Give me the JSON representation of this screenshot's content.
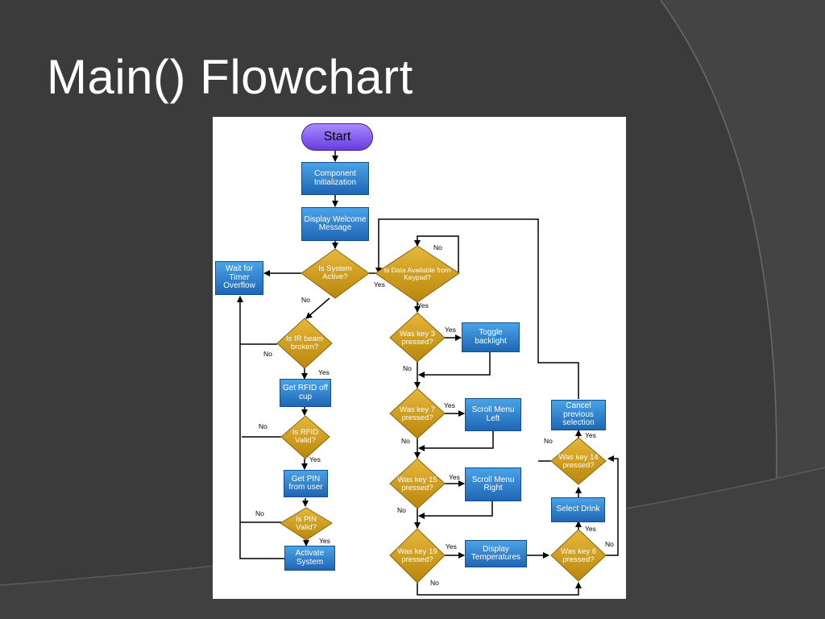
{
  "slide": {
    "title": "Main() Flowchart"
  },
  "colors": {
    "background": "#3b3b3b",
    "accent_arc": "#4a4a4a",
    "process_box": "#2b7fd1",
    "decision": "#d4a020",
    "start": "#8a63f0"
  },
  "flowchart": {
    "start": "Start",
    "component_init": "Component Initialization",
    "display_welcome": "Display Welcome Message",
    "is_system_active": "Is System Active?",
    "wait_timer": "Wait for Timer Overflow",
    "is_ir_broken": "Is IR beam broken?",
    "get_rfid": "Get RFID off cup",
    "is_rfid_valid": "Is RFID Valid?",
    "get_pin": "Get PIN from user",
    "is_pin_valid": "Is PIN Valid?",
    "activate_system": "Activate System",
    "is_data_available": "Is Data Available from Keypad?",
    "key3": "Was key 3 pressed?",
    "toggle_backlight": "Toggle backlight",
    "key7": "Was key 7 pressed?",
    "scroll_left": "Scroll Menu Left",
    "key15": "Was key 15 pressed?",
    "scroll_right": "Scroll Menu Right",
    "key19": "Was key 19 pressed?",
    "display_temps": "Display Temperatures",
    "key6": "Was key 6 pressed?",
    "select_drink": "Select Drink",
    "key14": "Was key 14 pressed?",
    "cancel_selection": "Cancel previous selection",
    "yes": "Yes",
    "no": "No"
  }
}
